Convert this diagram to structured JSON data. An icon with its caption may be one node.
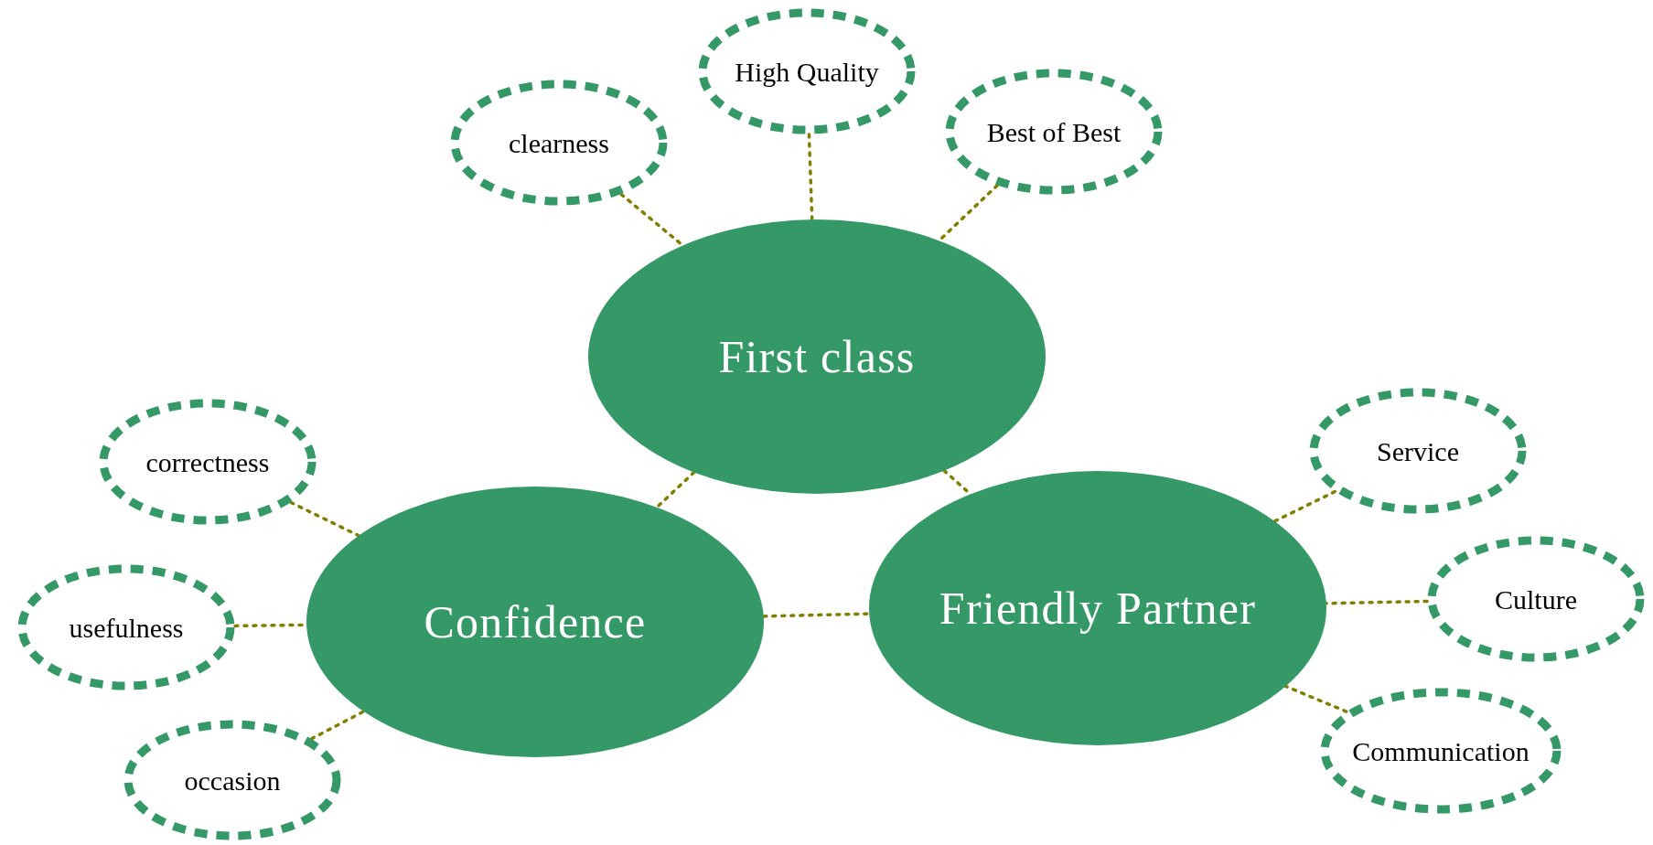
{
  "diagram": {
    "nodes": [
      {
        "text": [
          "First class"
        ]
      },
      {
        "text": [
          "Confidence"
        ]
      },
      {
        "text": [
          "Friendly Partner"
        ]
      },
      {
        "text": [
          "clearness"
        ]
      },
      {
        "text": [
          "High Quality"
        ]
      },
      {
        "text": [
          "Best of Best"
        ]
      },
      {
        "text": [
          "correctness"
        ]
      },
      {
        "text": [
          "usefulness"
        ]
      },
      {
        "text": [
          "occasion"
        ]
      },
      {
        "text": [
          "Service"
        ]
      },
      {
        "text": [
          "Culture"
        ]
      },
      {
        "text": [
          "Communication"
        ]
      }
    ],
    "edges": [
      {
        "from": 3,
        "to": 0,
        "arrow": "none",
        "style": "dashed"
      },
      {
        "from": 4,
        "to": 0,
        "arrow": "none",
        "style": "dashed"
      },
      {
        "from": 5,
        "to": 0,
        "arrow": "none",
        "style": "dashed"
      },
      {
        "from": 0,
        "to": 1,
        "arrow": "none",
        "style": "dashed"
      },
      {
        "from": 0,
        "to": 2,
        "arrow": "none",
        "style": "dashed"
      },
      {
        "from": 1,
        "to": 2,
        "arrow": "none",
        "style": "dashed"
      },
      {
        "from": 6,
        "to": 1,
        "arrow": "none",
        "style": "dashed"
      },
      {
        "from": 7,
        "to": 1,
        "arrow": "none",
        "style": "dashed"
      },
      {
        "from": 8,
        "to": 1,
        "arrow": "none",
        "style": "dashed"
      },
      {
        "from": 9,
        "to": 2,
        "arrow": "none",
        "style": "dashed"
      },
      {
        "from": 10,
        "to": 2,
        "arrow": "none",
        "style": "dashed"
      },
      {
        "from": 11,
        "to": 2,
        "arrow": "none",
        "style": "dashed"
      }
    ]
  }
}
